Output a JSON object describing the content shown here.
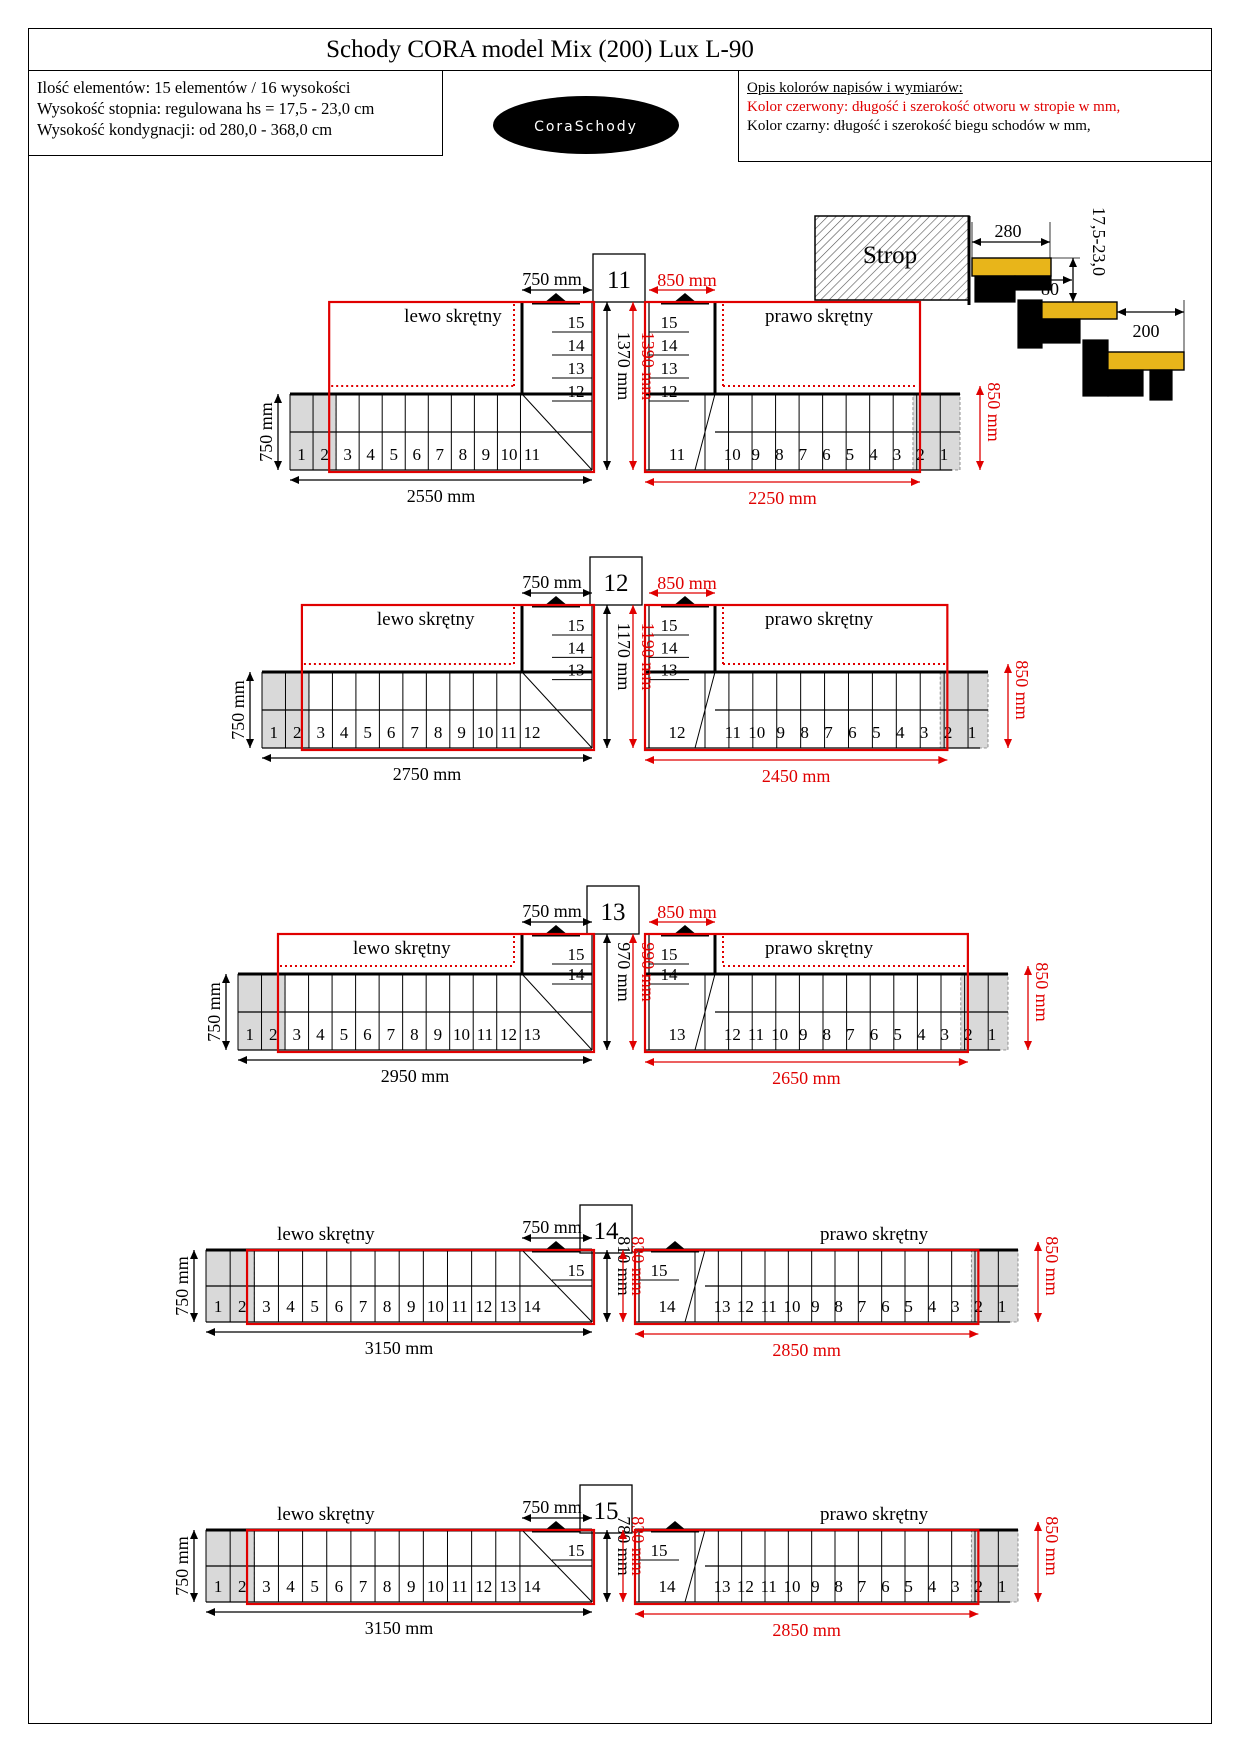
{
  "title": "Schody CORA model Mix (200) Lux L-90",
  "info": {
    "line1": "Ilość elementów: 15 elementów / 16 wysokości",
    "line2": "Wysokość stopnia: regulowana  hs = 17,5 - 23,0 cm",
    "line3": "Wysokość kondygnacji: od 280,0 - 368,0 cm"
  },
  "logo": "CoraSchody",
  "legend": {
    "title": "Opis kolorów napisów i wymiarów:",
    "red_line": "Kolor czerwony: długość i szerokość otworu w stropie w mm,",
    "black_line": "Kolor czarny: długość i szerokość biegu schodów w mm,"
  },
  "colors": {
    "red": "#e00000",
    "black": "#000000",
    "gray": "#d9d9d9",
    "stair_yellow": "#e8b51a"
  },
  "strop": {
    "label": "Strop",
    "dim_tread": "280",
    "dim_height": "17,5-23,0",
    "dim_overlap": "80",
    "dim_step": "200"
  },
  "variants": [
    {
      "number": "11",
      "left_label": "lewo skrętny",
      "right_label": "prawo skrętny",
      "left_width_dim": "750 mm",
      "right_width_dim": "850 mm",
      "left_length_dim": "2550 mm",
      "right_length_dim": "2250 mm",
      "left_height_dim": "1370 mm",
      "right_height_dim": "1390 mm",
      "left_side_dim": "750 mm",
      "right_side_dim": "850 mm",
      "left_nums": [
        "1",
        "2",
        "3",
        "4",
        "5",
        "6",
        "7",
        "8",
        "9",
        "10",
        "11"
      ],
      "turn_nums": [
        "12",
        "13",
        "14",
        "15"
      ],
      "right_nums": [
        "11",
        "10",
        "9",
        "8",
        "7",
        "6",
        "5",
        "4",
        "3",
        "2",
        "1"
      ]
    },
    {
      "number": "12",
      "left_label": "lewo skrętny",
      "right_label": "prawo skrętny",
      "left_width_dim": "750 mm",
      "right_width_dim": "850 mm",
      "left_length_dim": "2750 mm",
      "right_length_dim": "2450 mm",
      "left_height_dim": "1170 mm",
      "right_height_dim": "1190 mm",
      "left_side_dim": "750 mm",
      "right_side_dim": "850 mm",
      "left_nums": [
        "1",
        "2",
        "3",
        "4",
        "5",
        "6",
        "7",
        "8",
        "9",
        "10",
        "11",
        "12"
      ],
      "turn_nums": [
        "13",
        "14",
        "15"
      ],
      "right_nums": [
        "12",
        "11",
        "10",
        "9",
        "8",
        "7",
        "6",
        "5",
        "4",
        "3",
        "2",
        "1"
      ]
    },
    {
      "number": "13",
      "left_label": "lewo skrętny",
      "right_label": "prawo skrętny",
      "left_width_dim": "750 mm",
      "right_width_dim": "850 mm",
      "left_length_dim": "2950 mm",
      "right_length_dim": "2650 mm",
      "left_height_dim": "970 mm",
      "right_height_dim": "990 mm",
      "left_side_dim": "750 mm",
      "right_side_dim": "850 mm",
      "left_nums": [
        "1",
        "2",
        "3",
        "4",
        "5",
        "6",
        "7",
        "8",
        "9",
        "10",
        "11",
        "12",
        "13"
      ],
      "turn_nums": [
        "14",
        "15"
      ],
      "right_nums": [
        "13",
        "12",
        "11",
        "10",
        "9",
        "8",
        "7",
        "6",
        "5",
        "4",
        "3",
        "2",
        "1"
      ]
    },
    {
      "number": "14",
      "left_label": "lewo skrętny",
      "right_label": "prawo skrętny",
      "left_width_dim": "750 mm",
      "right_width_dim": "",
      "left_length_dim": "3150 mm",
      "right_length_dim": "2850 mm",
      "left_height_dim": "810 mm",
      "right_height_dim": "830 mm",
      "left_side_dim": "750 mm",
      "right_side_dim": "850 mm",
      "left_nums": [
        "1",
        "2",
        "3",
        "4",
        "5",
        "6",
        "7",
        "8",
        "9",
        "10",
        "11",
        "12",
        "13",
        "14"
      ],
      "turn_nums": [
        "15"
      ],
      "right_nums": [
        "14",
        "13",
        "12",
        "11",
        "10",
        "9",
        "8",
        "7",
        "6",
        "5",
        "4",
        "3",
        "2",
        "1"
      ]
    },
    {
      "number": "15",
      "left_label": "lewo skrętny",
      "right_label": "prawo skrętny",
      "left_width_dim": "750 mm",
      "right_width_dim": "",
      "left_length_dim": "3150 mm",
      "right_length_dim": "2850 mm",
      "left_height_dim": "780 mm",
      "right_height_dim": "830 mm",
      "left_side_dim": "750 mm",
      "right_side_dim": "850 mm",
      "left_nums": [
        "1",
        "2",
        "3",
        "4",
        "5",
        "6",
        "7",
        "8",
        "9",
        "10",
        "11",
        "12",
        "13",
        "14"
      ],
      "turn_nums": [
        "15"
      ],
      "right_nums": [
        "14",
        "13",
        "12",
        "11",
        "10",
        "9",
        "8",
        "7",
        "6",
        "5",
        "4",
        "3",
        "2",
        "1"
      ]
    }
  ]
}
